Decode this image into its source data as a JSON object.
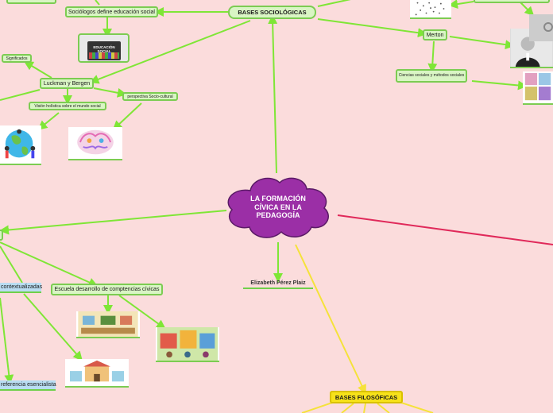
{
  "central_topic": "LA FORMACIÓN CÍVICA EN LA PEDAGOGÍA",
  "author": "Elizabeth Pérez Plaiz",
  "nodes": {
    "bases_sociologicas": "BASES SOCIOLÓGICAS",
    "sociologos": "Sociólogos define educación social",
    "educacion_social_img": "EDUCACIÓN SOCIAL",
    "significados": "Significados",
    "luckman": "Luckman y Bergen",
    "perspectiva": "perspectiva Socio-cultural",
    "vision": "Visión holística sobre el mundo social",
    "merton": "Merton",
    "ciencias": "Ciencias sociales y métodos sociales",
    "contextualizadas": "contextualizadas",
    "escuela": "Escuela desarrollo de comptencias cívicas",
    "esencialista": "referencia esencialista",
    "bases_filosoficas": "BASES FILOSÓFICAS"
  },
  "colors": {
    "background": "#fbdcdc",
    "center": "#9b2fa6",
    "green_link": "#7fe636",
    "yellow_link": "#f5e23a",
    "red_link": "#e0295a"
  }
}
